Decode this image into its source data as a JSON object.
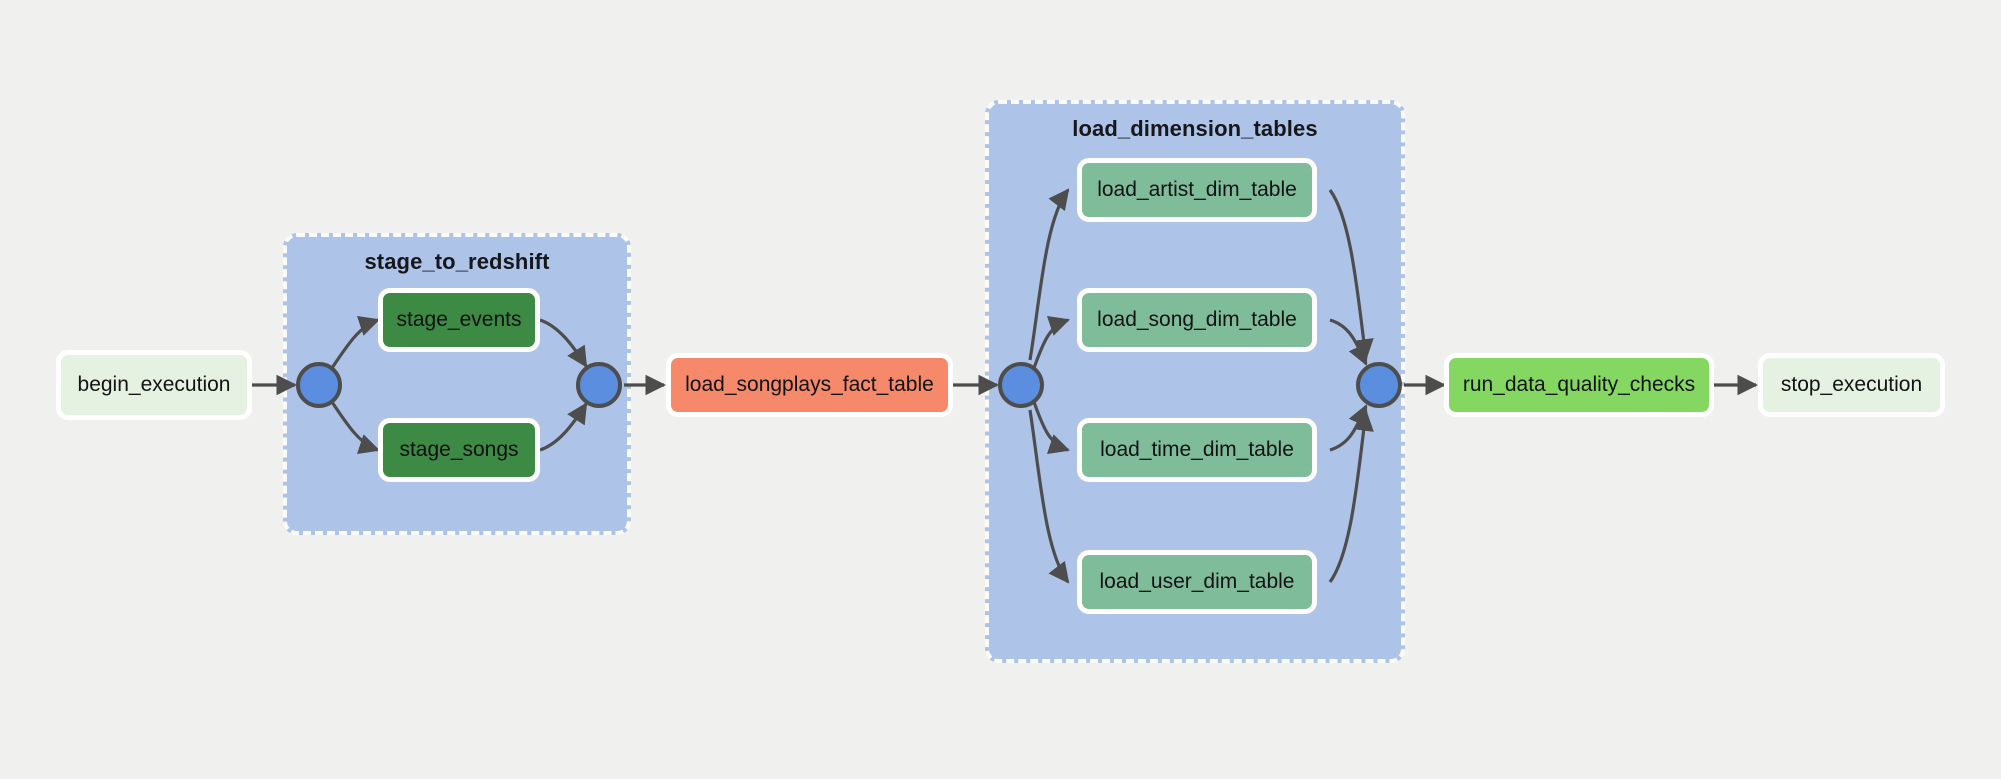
{
  "diagram": {
    "title": "airflow-dag-graph",
    "background_color": "#f0f0ef",
    "clusters": [
      {
        "id": "stage_to_redshift",
        "label": "stage_to_redshift",
        "fill": "#aec3e8",
        "border": "#fbfbfa"
      },
      {
        "id": "load_dimension_tables",
        "label": "load_dimension_tables",
        "fill": "#aec3e8",
        "border": "#fbfbfa"
      }
    ],
    "nodes": [
      {
        "id": "begin_execution",
        "label": "begin_execution",
        "color": "#e6f2e1",
        "style": "pale-green"
      },
      {
        "id": "stage_events",
        "label": "stage_events",
        "color": "#3c8a43",
        "style": "dark-green"
      },
      {
        "id": "stage_songs",
        "label": "stage_songs",
        "color": "#3c8a43",
        "style": "dark-green"
      },
      {
        "id": "load_songplays_fact_table",
        "label": "load_songplays_fact_table",
        "color": "#f5896a",
        "style": "salmon"
      },
      {
        "id": "load_artist_dim_table",
        "label": "load_artist_dim_table",
        "color": "#7fbc9a",
        "style": "mid-green"
      },
      {
        "id": "load_song_dim_table",
        "label": "load_song_dim_table",
        "color": "#7fbc9a",
        "style": "mid-green"
      },
      {
        "id": "load_time_dim_table",
        "label": "load_time_dim_table",
        "color": "#7fbc9a",
        "style": "mid-green"
      },
      {
        "id": "load_user_dim_table",
        "label": "load_user_dim_table",
        "color": "#7fbc9a",
        "style": "mid-green"
      },
      {
        "id": "run_data_quality_checks",
        "label": "run_data_quality_checks",
        "color": "#84d862",
        "style": "bright-green"
      },
      {
        "id": "stop_execution",
        "label": "stop_execution",
        "color": "#e6f2e1",
        "style": "pale-green"
      }
    ],
    "join_points": [
      {
        "id": "stage-fan-out",
        "color": "#5b8ede"
      },
      {
        "id": "stage-fan-in",
        "color": "#5b8ede"
      },
      {
        "id": "dim-fan-out",
        "color": "#5b8ede"
      },
      {
        "id": "dim-fan-in",
        "color": "#5b8ede"
      }
    ],
    "edge_color": "#4d4d4d"
  }
}
